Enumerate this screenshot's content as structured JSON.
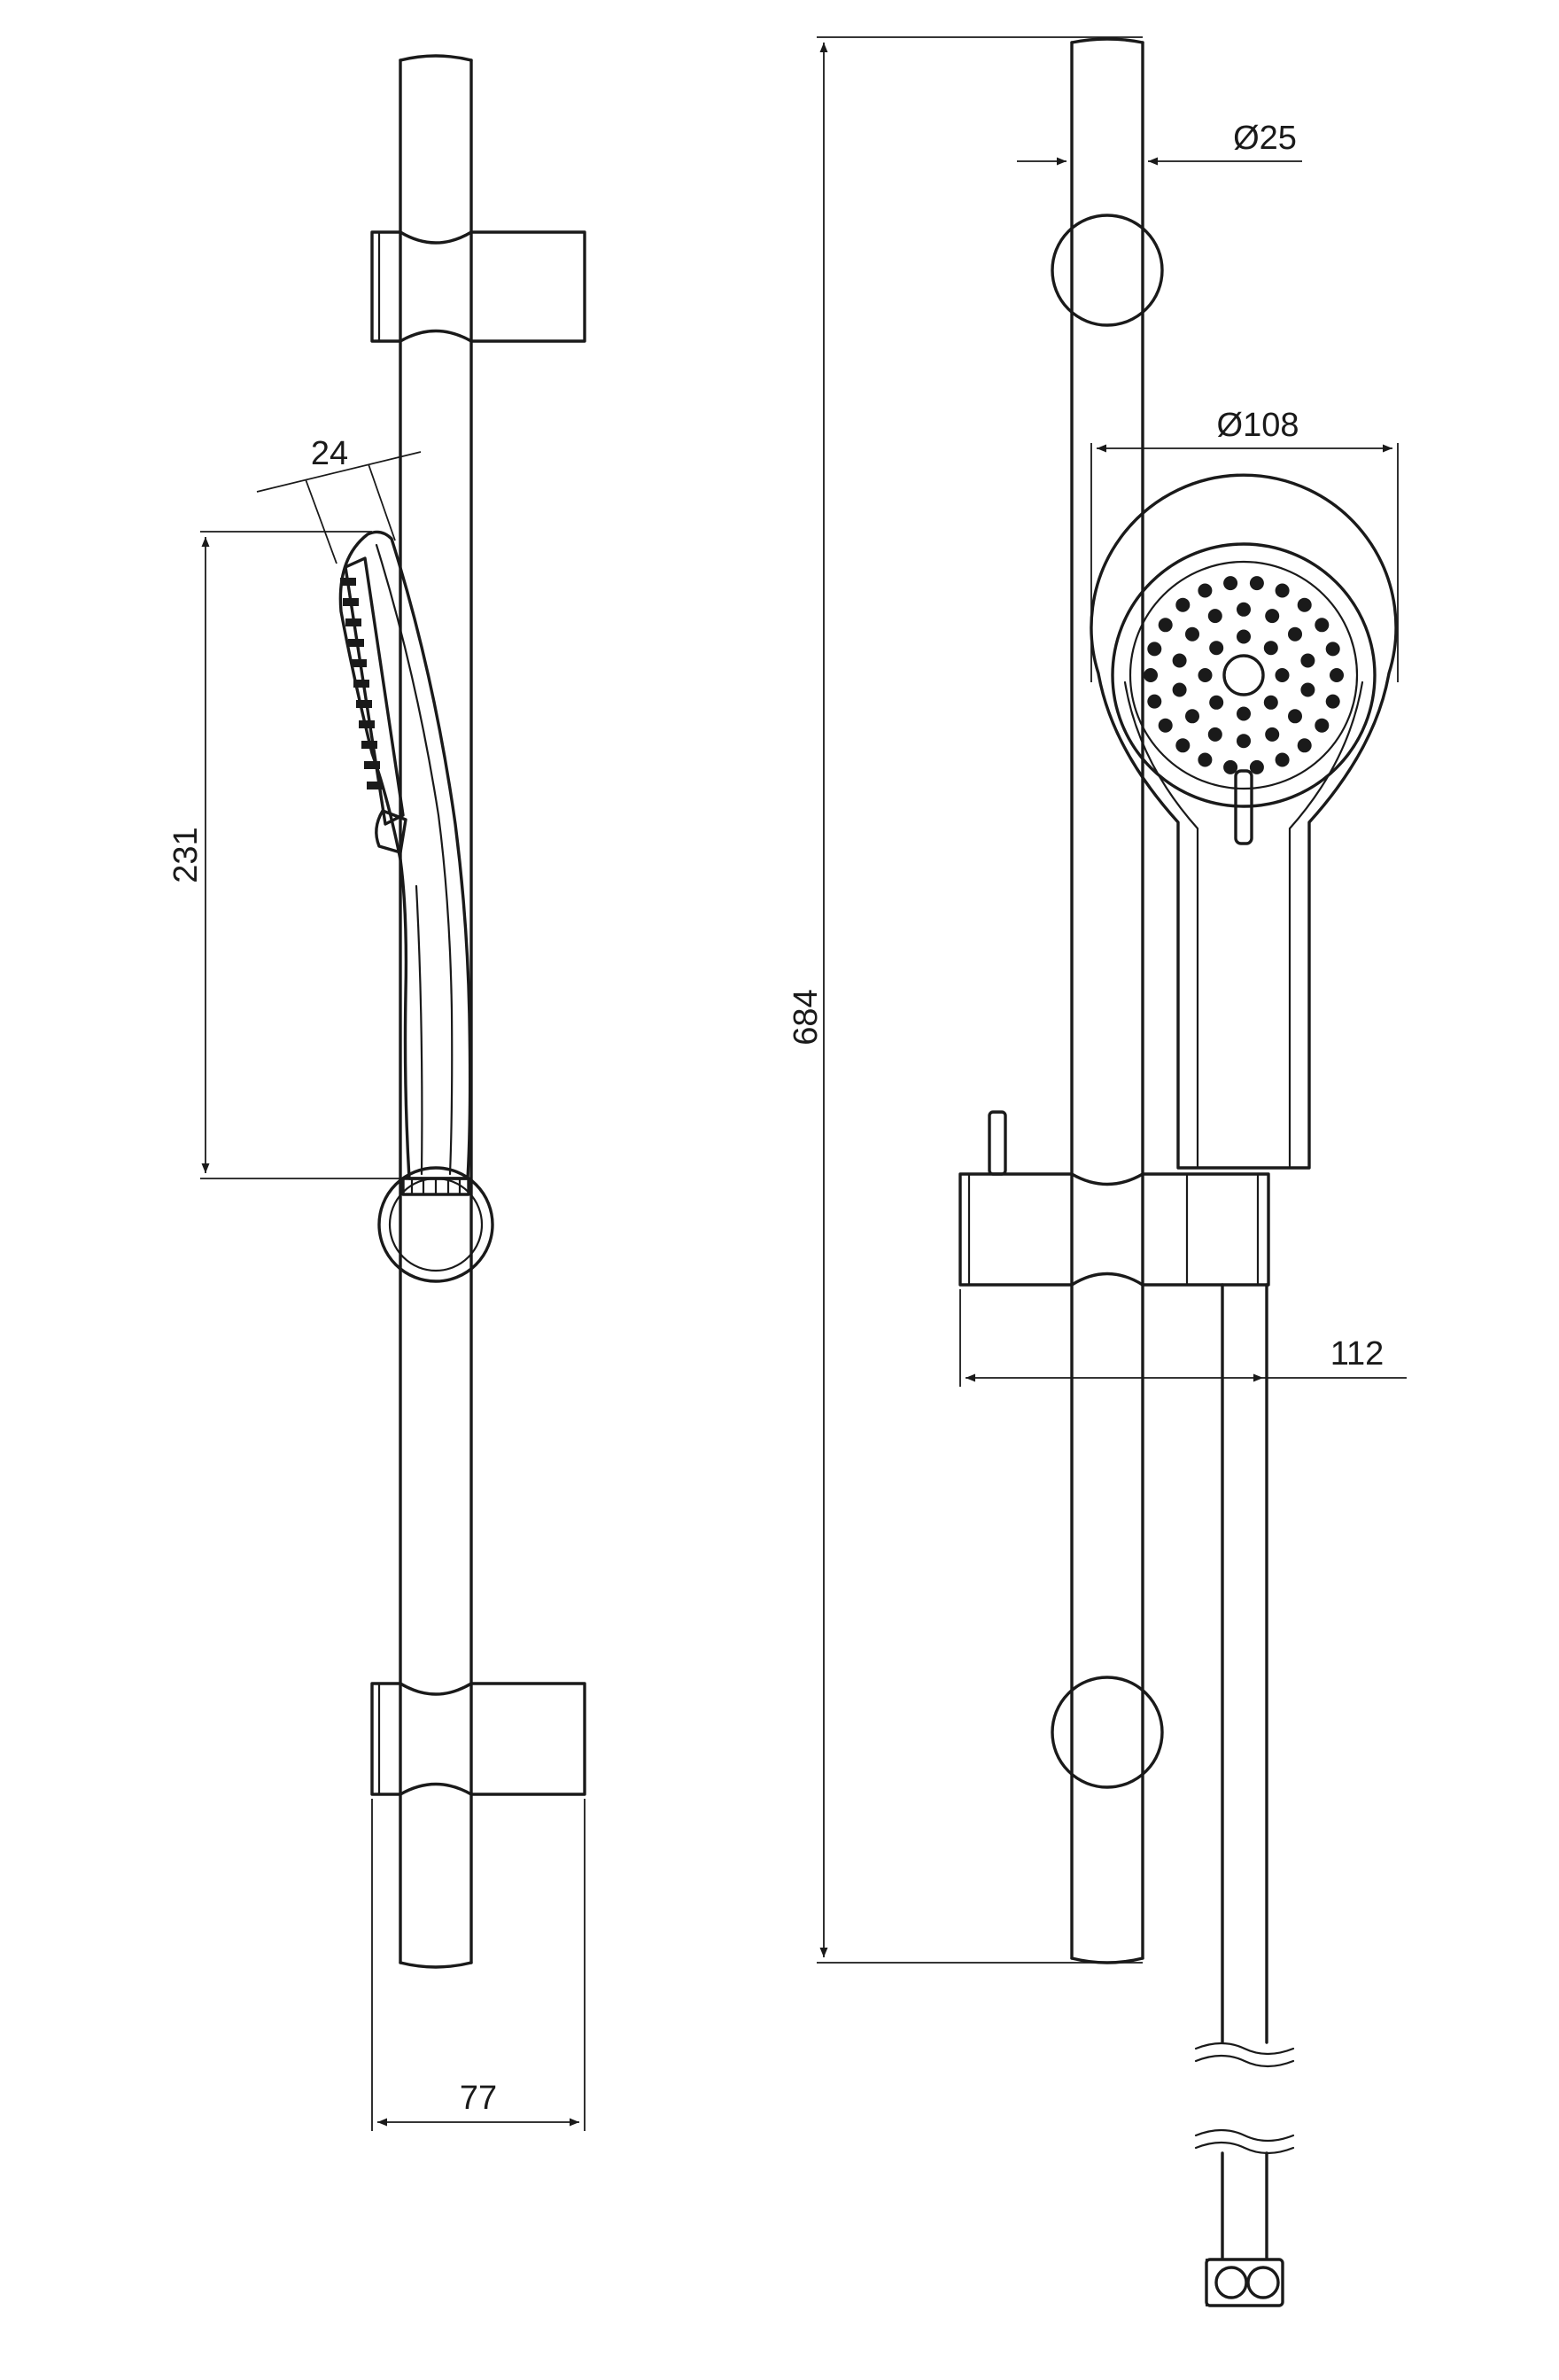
{
  "dimensions": {
    "head_thickness": "24",
    "handset_length": "231",
    "bracket_depth": "77",
    "rail_length": "684",
    "rail_diameter": "Ø25",
    "head_diameter": "Ø108",
    "holder_projection": "112"
  },
  "nozzle_rings": [
    {
      "count": 8,
      "radius_ratio": 0.34
    },
    {
      "count": 14,
      "radius_ratio": 0.58
    },
    {
      "count": 22,
      "radius_ratio": 0.82
    }
  ]
}
